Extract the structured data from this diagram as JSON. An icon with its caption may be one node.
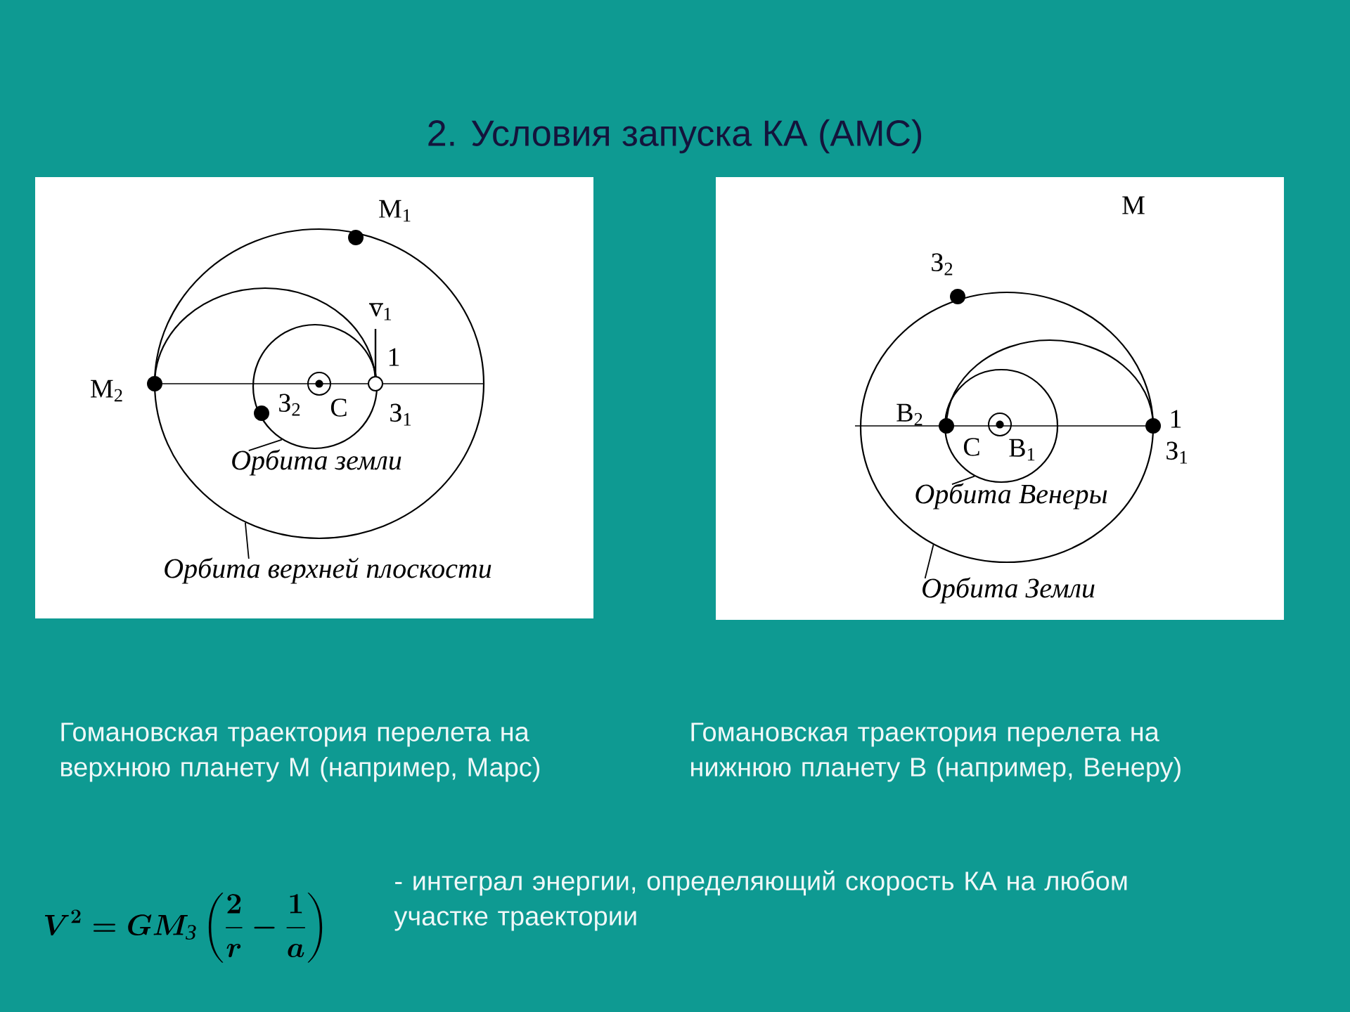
{
  "diagram": {
    "title": "2. Условия запуска КА (АМС)",
    "nodes": [
      {
        "text": [
          "Орбита земли"
        ],
        "in": 3
      },
      {
        "text": [],
        "shape": "circle",
        "in": 3
      },
      {
        "text": [
          "Орбита верхней плоскости"
        ]
      },
      {
        "text": [],
        "shape": "circle"
      },
      {
        "text": [
          "Орбита Венеры"
        ],
        "in": 7
      },
      {
        "text": [],
        "shape": "circle",
        "in": 7
      },
      {
        "text": [
          "Орбита Земли"
        ]
      },
      {
        "text": [],
        "shape": "circle"
      }
    ],
    "edges": [
      {
        "from": 0,
        "to": 1,
        "arrow": "none"
      },
      {
        "from": 2,
        "to": 3,
        "arrow": "none"
      },
      {
        "from": 4,
        "to": 5,
        "arrow": "none"
      },
      {
        "from": 6,
        "to": 7,
        "arrow": "none"
      }
    ],
    "labels": [
      "M$_{1}$",
      "v$_{1}$",
      "1",
      "M$_{2}$",
      "З$_{2}$",
      "С",
      "З$_{1}$",
      "М",
      "З$_{2}$",
      "В$_{2}$",
      "С",
      "В$_{1}$",
      "1",
      "З$_{1}$",
      "Гомановская траектория перелета на верхнюю планету М (например, Марс)",
      "Гомановская траектория перелета на нижнюю планету В (например, Венеру)",
      "V^{2} = GM_{\\text{\\itshape З}}\\left(\\frac{2}{r}-\\frac{1}{a}\\right)",
      "- интеграл энергии, определяющий скорость КА на любом участке траектории"
    ]
  }
}
